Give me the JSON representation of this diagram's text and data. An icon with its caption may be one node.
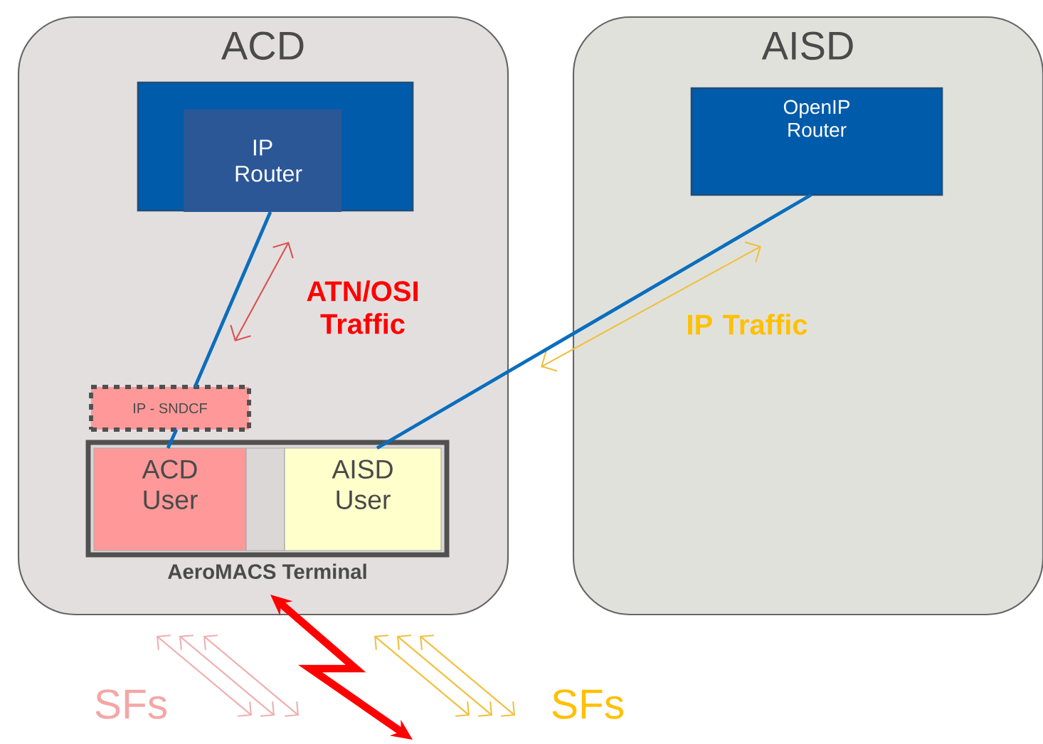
{
  "diagram": {
    "nodes": [
      {
        "text": [
          "ACD"
        ]
      },
      {
        "text": [],
        "shape": "box",
        "in": 0
      },
      {
        "text": [
          "IP Router"
        ],
        "in": 1
      },
      {
        "text": [
          "AISD"
        ]
      },
      {
        "text": [
          "OpenIP Router"
        ],
        "in": 3
      },
      {
        "text": [
          "IP - SNDCF"
        ],
        "in": 0
      },
      {
        "text": [
          "AeroMACS Terminal"
        ],
        "in": 0
      },
      {
        "text": [
          "ACD User"
        ],
        "in": 6
      },
      {
        "text": [],
        "shape": "box",
        "in": 6
      },
      {
        "text": [
          "AISD User"
        ],
        "in": 6
      }
    ],
    "edges": [
      {
        "from": 2,
        "to": 5,
        "arrow": "none"
      },
      {
        "from": 5,
        "to": 7,
        "arrow": "none"
      },
      {
        "from": 4,
        "to": 9,
        "arrow": "none"
      },
      {
        "from": 6,
        "to": null,
        "arrow": "both",
        "style": "thick",
        "color": "#ff0000"
      }
    ],
    "labels": [
      "ATN/OSI Traffic",
      "IP Traffic",
      "SFs",
      "SFs"
    ]
  }
}
